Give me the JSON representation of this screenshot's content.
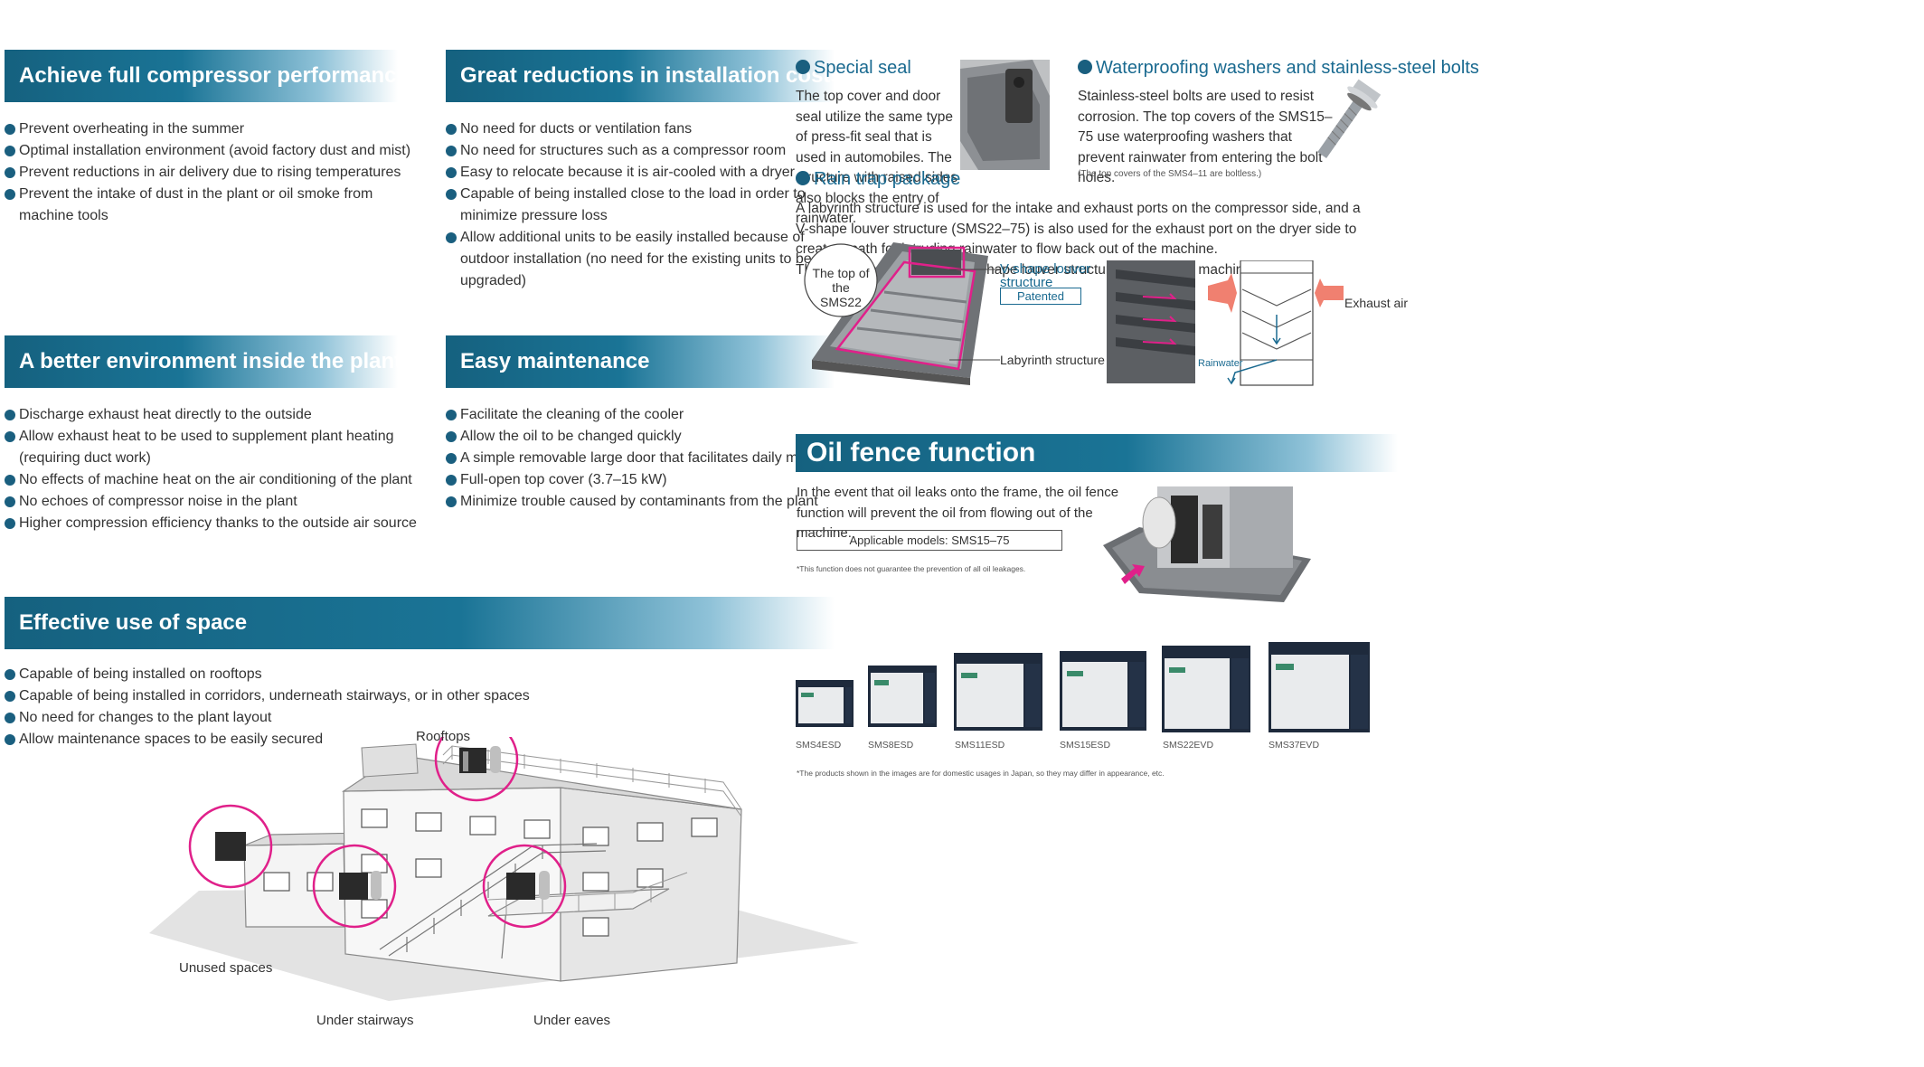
{
  "sections": {
    "performance": {
      "title": "Achieve full compressor performance",
      "items": [
        "Prevent overheating in the summer",
        "Optimal installation environment (avoid factory dust and mist)",
        "Prevent reductions in air delivery due to rising temperatures",
        "Prevent the intake of dust in the plant or oil smoke from machine tools"
      ]
    },
    "installation": {
      "title": "Great reductions in installation costs",
      "items": [
        "No need for ducts or ventilation fans",
        "No need for structures such as a compressor room",
        "Easy to relocate because it is air-cooled with a dryer",
        "Capable of being installed close to the load in order to minimize pressure loss",
        "Allow additional units to be easily installed because of outdoor installation (no need for the existing units to be upgraded)"
      ]
    },
    "environment": {
      "title": "A better environment inside the plant",
      "items": [
        "Discharge exhaust heat directly to the outside",
        " Allow exhaust heat to be used to supplement plant heating (requiring duct work)",
        "No effects of machine heat on the air conditioning of the plant",
        "No echoes of compressor noise in the plant",
        "Higher compression efficiency thanks to the outside air source"
      ]
    },
    "maintenance": {
      "title": "Easy maintenance",
      "items": [
        "Facilitate the cleaning of the cooler",
        "Allow the oil to be changed quickly",
        "A simple removable large door that facilitates daily maintenance",
        "Full-open top cover (3.7–15 kW)",
        "Minimize trouble caused by contaminants from the plant"
      ]
    },
    "space": {
      "title": "Effective use of space",
      "items": [
        "Capable of being installed on rooftops",
        "Capable of being installed in corridors, underneath stairways, or in other spaces",
        "No need for changes to the plant layout",
        "Allow maintenance spaces to be easily secured"
      ],
      "labels": {
        "rooftops": "Rooftops",
        "unused": "Unused spaces",
        "stairways": "Under stairways",
        "eaves": "Under eaves"
      }
    },
    "seal": {
      "title": "Special seal",
      "text": "The top cover and door seal utilize the same type of press-fit seal that is used in automobiles. The structure with raised sides also blocks the entry of rainwater."
    },
    "washers": {
      "title": "Waterproofing washers and stainless-steel bolts",
      "text": "Stainless-steel bolts are used to resist corrosion. The top covers of the SMS15–75 use waterproofing washers that prevent rainwater from entering the bolt holes.",
      "note": "(The top covers of the SMS4–11 are boltless.)"
    },
    "raintrap": {
      "title": "Rain trap package",
      "text1": "A labyrinth structure is used for the intake and exhaust ports on the compressor side, and a V-shape louver structure (SMS22–75) is also used for the exhaust port on the dryer side to create a path for intruding rainwater to flow back out of the machine.",
      "text2": "The labyrinth structure and V-shape louver structure also reduce machine noise.",
      "callout": "The top of the SMS22",
      "louver": "V-shape louver structure",
      "patented": "Patented",
      "labyrinth": "Labyrinth structure",
      "exhaust": "Exhaust air",
      "rainwater": "Rainwater"
    },
    "oilfence": {
      "title": "Oil fence function",
      "text": "In the event that oil leaks onto the frame, the oil fence function will prevent the oil from flowing out of the machine.",
      "models": "Applicable models: SMS15–75",
      "note": "*This function does not guarantee the prevention of all oil leakages."
    }
  },
  "products": [
    "SMS4ESD",
    "SMS8ESD",
    "SMS11ESD",
    "SMS15ESD",
    "SMS22EVD",
    "SMS37EVD"
  ],
  "products_note": "*The products shown in the images are for domestic usages in Japan, so they may differ in appearance, etc.",
  "colors": {
    "header": "#1a7496",
    "bullet": "#1a5f7f",
    "magenta": "#e0208a",
    "salmon": "#f08070"
  }
}
